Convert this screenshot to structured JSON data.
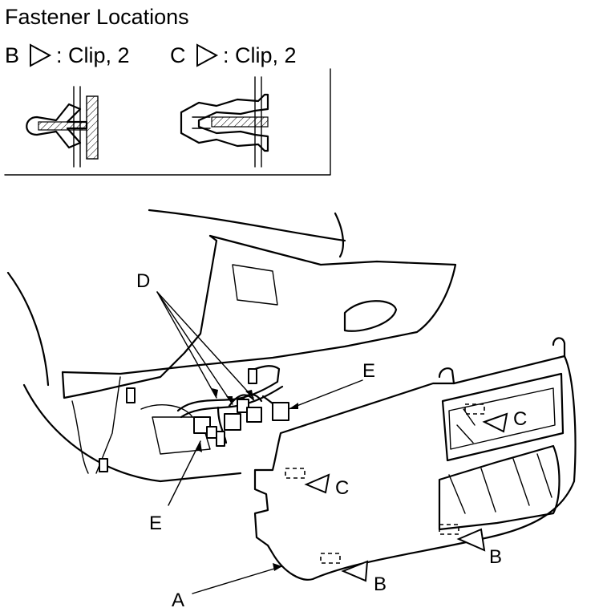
{
  "title": "Fastener Locations",
  "fasteners": [
    {
      "letter": "B",
      "description": ": Clip, 2"
    },
    {
      "letter": "C",
      "description": ": Clip, 2"
    }
  ],
  "callouts": {
    "a": "A",
    "b": "B",
    "c": "C",
    "d": "D",
    "e": "E"
  }
}
